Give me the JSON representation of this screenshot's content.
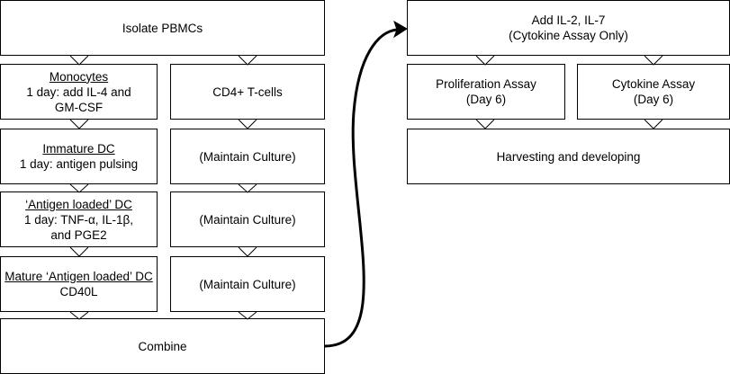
{
  "flowchart": {
    "isolate": "Isolate PBMCs",
    "monocytes": {
      "title": "Monocytes",
      "lines": [
        "1 day: add IL-4 and",
        "GM-CSF"
      ]
    },
    "tcells": "CD4+ T-cells",
    "immature": {
      "title": "Immature DC",
      "lines": [
        "1 day: antigen pulsing"
      ]
    },
    "maintain1": "(Maintain Culture)",
    "antigen": {
      "title": "‘Antigen loaded’ DC",
      "lines": [
        "1 day: TNF-α, IL-1β,",
        "and PGE2"
      ]
    },
    "maintain2": "(Maintain Culture)",
    "mature": {
      "title": "Mature ‘Antigen loaded’ DC",
      "lines": [
        "CD40L"
      ]
    },
    "maintain3": "(Maintain Culture)",
    "combine": "Combine",
    "addil": {
      "lines": [
        "Add IL-2, IL-7",
        "(Cytokine Assay Only)"
      ]
    },
    "proliferation": {
      "lines": [
        "Proliferation Assay",
        "(Day 6)"
      ]
    },
    "cytokine": {
      "lines": [
        "Cytokine Assay",
        "(Day 6)"
      ]
    },
    "harvest": "Harvesting and developing"
  }
}
